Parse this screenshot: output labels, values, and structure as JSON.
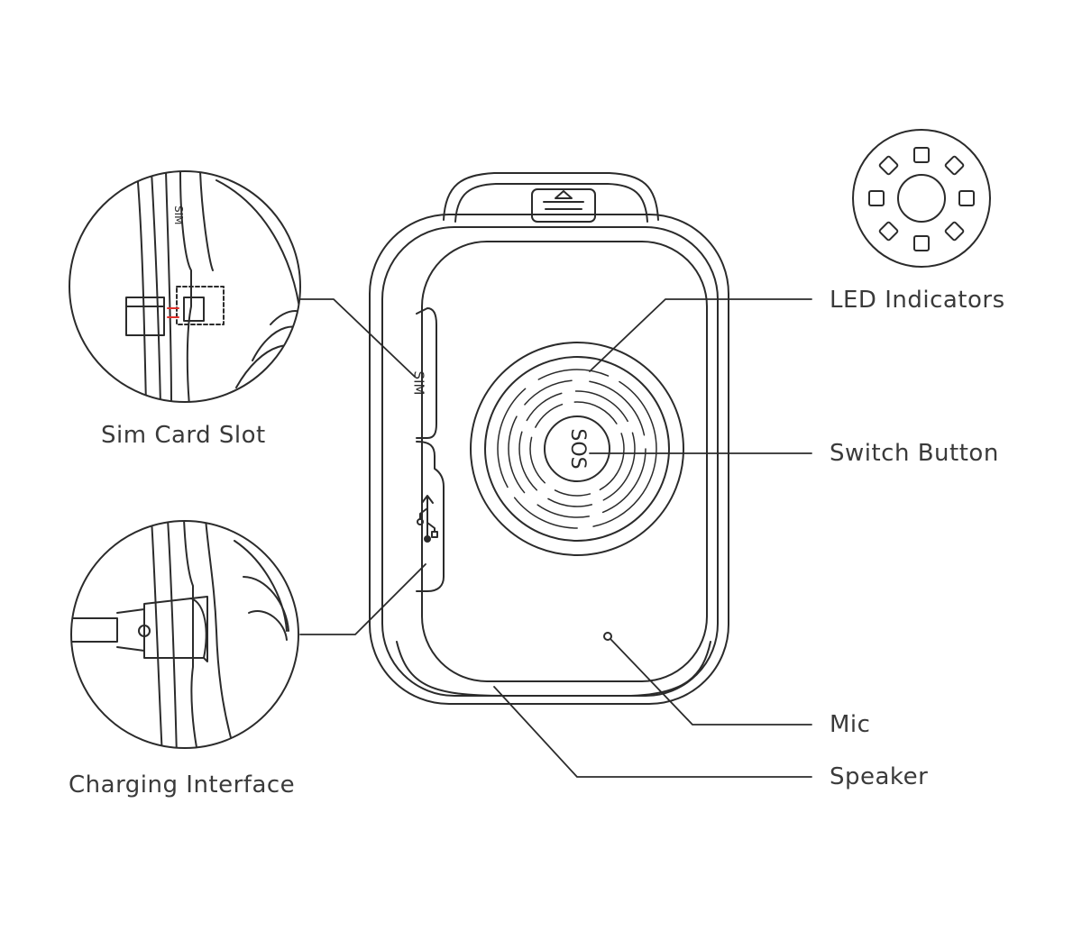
{
  "labels": {
    "led_indicators": "LED Indicators",
    "switch_button": "Switch Button",
    "mic": "Mic",
    "speaker": "Speaker",
    "sim_card_slot": "Sim Card Slot",
    "charging_interface": "Charging Interface"
  },
  "device": {
    "sos_text": "SOS",
    "sim_text": "SIM"
  },
  "colors": {
    "line": "#2b2b2b",
    "text": "#3a3a3a",
    "sim_arrow": "#e0302a"
  }
}
